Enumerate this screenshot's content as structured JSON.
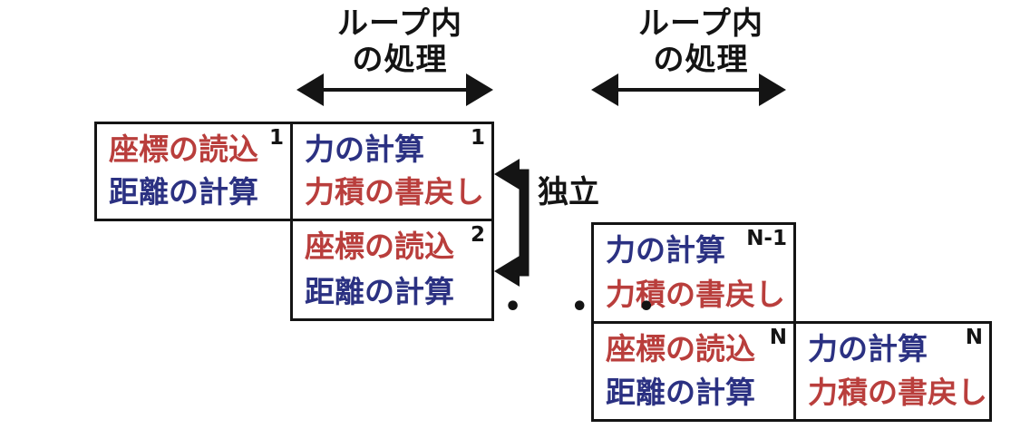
{
  "colors": {
    "red": "#b93e3c",
    "blue": "#2b3182",
    "black": "#141414",
    "background": "#ffffff"
  },
  "loop_labels": [
    {
      "line1": "ループ内",
      "line2": "の処理"
    },
    {
      "line1": "ループ内",
      "line2": "の処理"
    }
  ],
  "independent_label": "独立",
  "ellipsis": "• • •",
  "boxes": [
    {
      "superscript": "1",
      "lines": [
        {
          "text": "座標の読込",
          "color": "red"
        },
        {
          "text": "距離の計算",
          "color": "blue"
        }
      ]
    },
    {
      "superscript": "1",
      "lines": [
        {
          "text": "力の計算",
          "color": "blue"
        },
        {
          "text": "力積の書戻し",
          "color": "red"
        }
      ]
    },
    {
      "superscript": "2",
      "lines": [
        {
          "text": "座標の読込",
          "color": "red"
        },
        {
          "text": "距離の計算",
          "color": "blue"
        }
      ]
    },
    {
      "superscript": "N-1",
      "lines": [
        {
          "text": "力の計算",
          "color": "blue"
        },
        {
          "text": "力積の書戻し",
          "color": "red"
        }
      ]
    },
    {
      "superscript": "N",
      "lines": [
        {
          "text": "座標の読込",
          "color": "red"
        },
        {
          "text": "距離の計算",
          "color": "blue"
        }
      ]
    },
    {
      "superscript": "N",
      "lines": [
        {
          "text": "力の計算",
          "color": "blue"
        },
        {
          "text": "力積の書戻し",
          "color": "red"
        }
      ]
    }
  ]
}
